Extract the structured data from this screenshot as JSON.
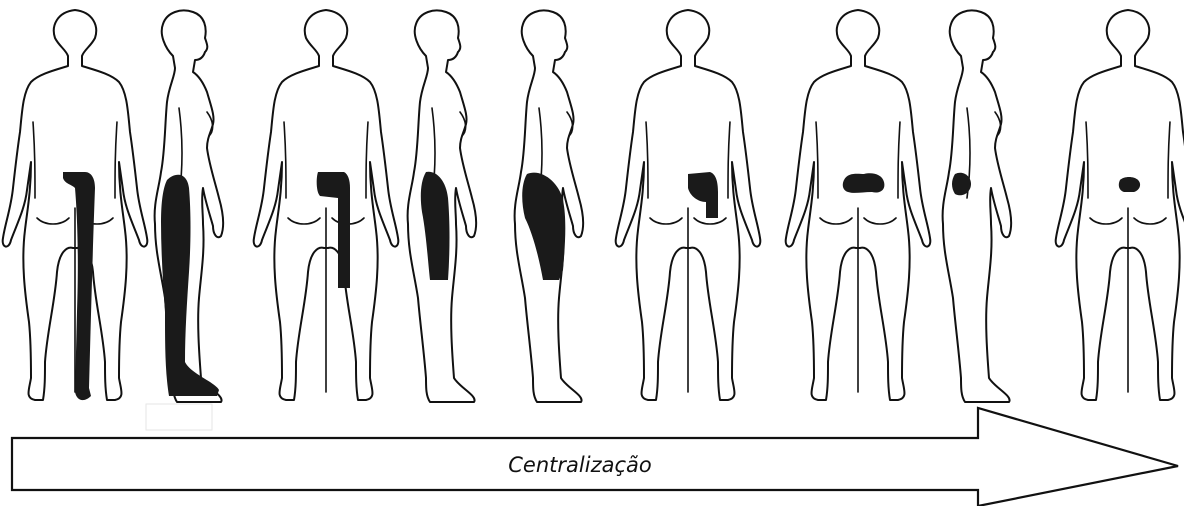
{
  "diagram": {
    "arrow_label": "Centralização",
    "colors": {
      "line": "#111111",
      "pain": "#1a1a1a",
      "background": "#ffffff"
    },
    "figures": [
      {
        "view": "back",
        "pain_region": "buttock-to-foot"
      },
      {
        "view": "side",
        "pain_region": "buttock-to-foot"
      },
      {
        "view": "back",
        "pain_region": "buttock-to-calf"
      },
      {
        "view": "side",
        "pain_region": "buttock-to-knee"
      },
      {
        "view": "side",
        "pain_region": "buttock-to-knee"
      },
      {
        "view": "back",
        "pain_region": "buttock"
      },
      {
        "view": "back",
        "pain_region": "lumbar-bilateral"
      },
      {
        "view": "side",
        "pain_region": "lumbar"
      },
      {
        "view": "back",
        "pain_region": "lumbar-central"
      }
    ]
  }
}
